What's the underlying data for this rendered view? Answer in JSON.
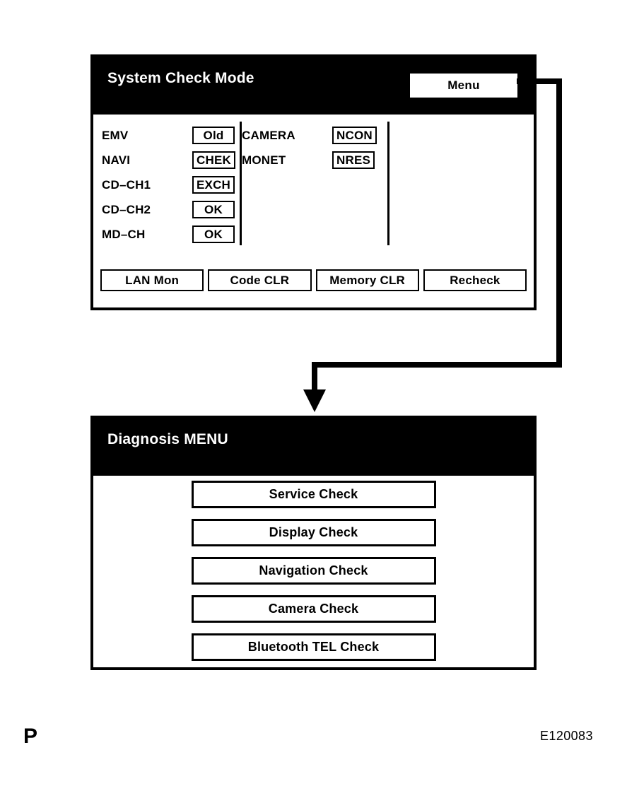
{
  "figure": {
    "page_mark": "P",
    "figure_id": "E120083"
  },
  "panels": {
    "system_check": {
      "title": "System Check Mode",
      "menu_button_label": "Menu",
      "status_columns": [
        {
          "name": "left",
          "rows": [
            {
              "label": "EMV",
              "status": "Old"
            },
            {
              "label": "NAVI",
              "status": "CHEK"
            },
            {
              "label": "CD–CH1",
              "status": "EXCH"
            },
            {
              "label": "CD–CH2",
              "status": "OK"
            },
            {
              "label": "MD–CH",
              "status": "OK"
            }
          ]
        },
        {
          "name": "right",
          "rows": [
            {
              "label": "CAMERA",
              "status": "NCON"
            },
            {
              "label": "MONET",
              "status": "NRES"
            }
          ]
        }
      ],
      "action_buttons": [
        {
          "label": "LAN Mon"
        },
        {
          "label": "Code CLR"
        },
        {
          "label": "Memory CLR"
        },
        {
          "label": "Recheck"
        }
      ]
    },
    "diagnosis_menu": {
      "title": "Diagnosis MENU",
      "items": [
        {
          "label": "Service Check"
        },
        {
          "label": "Display Check"
        },
        {
          "label": "Navigation Check"
        },
        {
          "label": "Camera Check"
        },
        {
          "label": "Bluetooth TEL Check"
        }
      ]
    }
  },
  "connector": {
    "name": "menu-to-diagnosis-arrow",
    "from": "menu-button",
    "to": "panel-diagnosis"
  },
  "colors": {
    "background": "#ffffff",
    "ink": "#000000",
    "header_background": "#000000",
    "header_text": "#ffffff"
  }
}
